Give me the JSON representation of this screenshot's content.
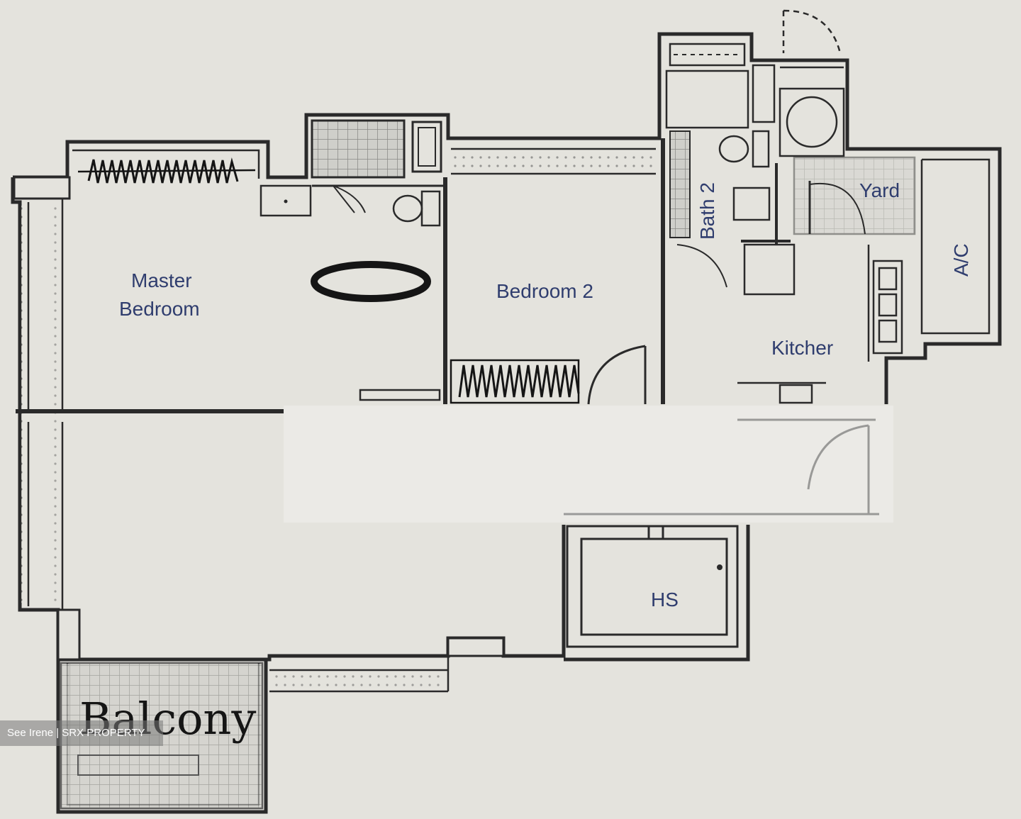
{
  "rooms": {
    "master_bedroom_line1": "Master",
    "master_bedroom_line2": "Bedroom",
    "bedroom_2": "Bedroom 2",
    "bath_2": "Bath 2",
    "yard": "Yard",
    "ac": "A/C",
    "kitchen": "Kitcher",
    "hs": "HS",
    "balcony": "Balcony"
  },
  "watermark": "See Irene | SRX PROPERTY",
  "colors": {
    "background": "#e4e3dd",
    "wall": "#2a2a2a",
    "label": "#2f3d6e",
    "ink": "#151515",
    "hatch": "#8a8a86"
  }
}
